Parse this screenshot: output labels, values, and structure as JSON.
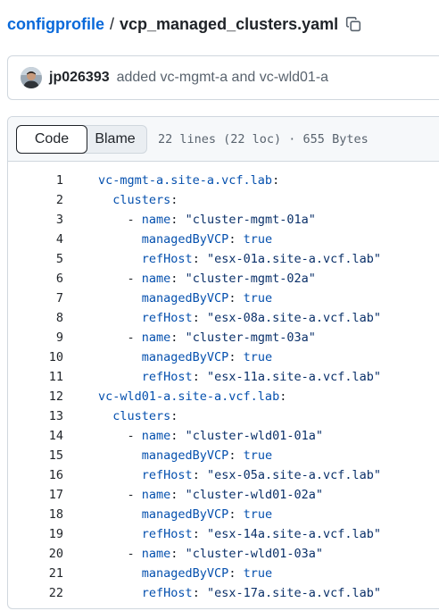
{
  "breadcrumb": {
    "repo": "configprofile",
    "separator": "/",
    "file": "vcp_managed_clusters.yaml",
    "copy_icon": "copy-icon"
  },
  "commit": {
    "author": "jp026393",
    "message": "added vc-mgmt-a and vc-wld01-a"
  },
  "file_header": {
    "tabs": [
      "Code",
      "Blame"
    ],
    "active_tab": "Code",
    "meta": "22 lines (22 loc) · 655 Bytes"
  },
  "code_lines": [
    {
      "n": "1",
      "indent": "",
      "key": "vc-mgmt-a.site-a.vcf.lab",
      "colon": ":",
      "value": "",
      "vtype": ""
    },
    {
      "n": "2",
      "indent": "  ",
      "key": "clusters",
      "colon": ":",
      "value": "",
      "vtype": ""
    },
    {
      "n": "3",
      "indent": "    - ",
      "key": "name",
      "colon": ": ",
      "value": "\"cluster-mgmt-01a\"",
      "vtype": "s"
    },
    {
      "n": "4",
      "indent": "      ",
      "key": "managedByVCP",
      "colon": ": ",
      "value": "true",
      "vtype": "b"
    },
    {
      "n": "5",
      "indent": "      ",
      "key": "refHost",
      "colon": ": ",
      "value": "\"esx-01a.site-a.vcf.lab\"",
      "vtype": "s"
    },
    {
      "n": "6",
      "indent": "    - ",
      "key": "name",
      "colon": ": ",
      "value": "\"cluster-mgmt-02a\"",
      "vtype": "s"
    },
    {
      "n": "7",
      "indent": "      ",
      "key": "managedByVCP",
      "colon": ": ",
      "value": "true",
      "vtype": "b"
    },
    {
      "n": "8",
      "indent": "      ",
      "key": "refHost",
      "colon": ": ",
      "value": "\"esx-08a.site-a.vcf.lab\"",
      "vtype": "s"
    },
    {
      "n": "9",
      "indent": "    - ",
      "key": "name",
      "colon": ": ",
      "value": "\"cluster-mgmt-03a\"",
      "vtype": "s"
    },
    {
      "n": "10",
      "indent": "      ",
      "key": "managedByVCP",
      "colon": ": ",
      "value": "true",
      "vtype": "b"
    },
    {
      "n": "11",
      "indent": "      ",
      "key": "refHost",
      "colon": ": ",
      "value": "\"esx-11a.site-a.vcf.lab\"",
      "vtype": "s"
    },
    {
      "n": "12",
      "indent": "",
      "key": "vc-wld01-a.site-a.vcf.lab",
      "colon": ":",
      "value": "",
      "vtype": ""
    },
    {
      "n": "13",
      "indent": "  ",
      "key": "clusters",
      "colon": ":",
      "value": "",
      "vtype": ""
    },
    {
      "n": "14",
      "indent": "    - ",
      "key": "name",
      "colon": ": ",
      "value": "\"cluster-wld01-01a\"",
      "vtype": "s"
    },
    {
      "n": "15",
      "indent": "      ",
      "key": "managedByVCP",
      "colon": ": ",
      "value": "true",
      "vtype": "b"
    },
    {
      "n": "16",
      "indent": "      ",
      "key": "refHost",
      "colon": ": ",
      "value": "\"esx-05a.site-a.vcf.lab\"",
      "vtype": "s"
    },
    {
      "n": "17",
      "indent": "    - ",
      "key": "name",
      "colon": ": ",
      "value": "\"cluster-wld01-02a\"",
      "vtype": "s"
    },
    {
      "n": "18",
      "indent": "      ",
      "key": "managedByVCP",
      "colon": ": ",
      "value": "true",
      "vtype": "b"
    },
    {
      "n": "19",
      "indent": "      ",
      "key": "refHost",
      "colon": ": ",
      "value": "\"esx-14a.site-a.vcf.lab\"",
      "vtype": "s"
    },
    {
      "n": "20",
      "indent": "    - ",
      "key": "name",
      "colon": ": ",
      "value": "\"cluster-wld01-03a\"",
      "vtype": "s"
    },
    {
      "n": "21",
      "indent": "      ",
      "key": "managedByVCP",
      "colon": ": ",
      "value": "true",
      "vtype": "b"
    },
    {
      "n": "22",
      "indent": "      ",
      "key": "refHost",
      "colon": ": ",
      "value": "\"esx-17a.site-a.vcf.lab\"",
      "vtype": "s"
    }
  ],
  "colors": {
    "link": "#0969da",
    "yaml_key": "#0550ae",
    "yaml_string": "#0a3069",
    "border": "#d0d7de",
    "header_bg": "#f6f8fa"
  }
}
